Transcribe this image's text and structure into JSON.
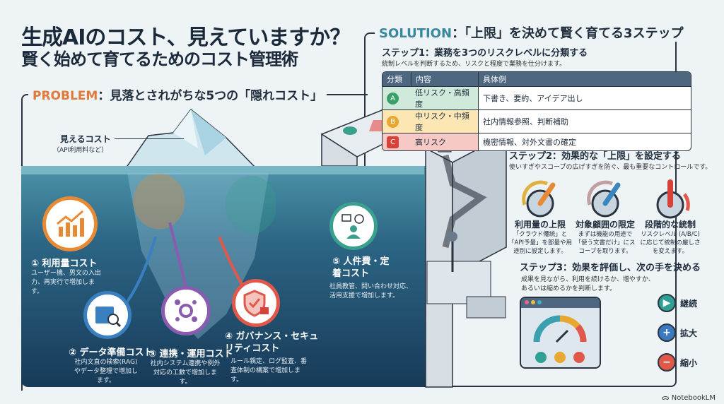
{
  "title": {
    "line1": "生成AIのコスト、見えていますか？",
    "line2": "賢く始めて育てるためのコスト管理術"
  },
  "problem": {
    "keyword": "PROBLEM",
    "heading": "：見落とされがちな5つの「隠れコスト」",
    "visible_cost": {
      "label": "見えるコスト",
      "note": "（API利用料など）"
    },
    "items": [
      {
        "label": "① 利用量コスト",
        "desc": "ユーザー機、男文の入出力、再実行で増加します。",
        "icon": "chart-up-icon",
        "color": "#e88a34"
      },
      {
        "label": "② データ準備コスト",
        "desc": "社内文直の検索(RAG)やデータ整理で増加します。",
        "icon": "folder-search-icon",
        "color": "#3a7fc0"
      },
      {
        "label": "③ 連携・運用コスト",
        "desc": "社内システム連携や例外対応の工數で増加します。",
        "icon": "gears-network-icon",
        "color": "#8a5cb0"
      },
      {
        "label": "④ ガバナンス・セキュリティコスト",
        "desc": "ルール親定、ログ監査、番査体制の構案で増加します。",
        "icon": "shield-lock-icon",
        "color": "#e0584a"
      },
      {
        "label": "⑤ 人件費・定着コスト",
        "desc": "社員教管、問い合わせ対応、活用支援で増加します。",
        "icon": "support-people-icon",
        "color": "#3aa08e"
      }
    ]
  },
  "solution": {
    "keyword": "SOLUTION",
    "heading": "：「上限」を決めて賢く育てる3ステップ",
    "step1": {
      "title": "ステップ1：業務を3つのリスクレベルに分類する",
      "sub": "統制レベルを判断するため、リスクと程度で業務を仕分けます。",
      "headers": [
        "分類",
        "内容",
        "具体例"
      ],
      "rows": [
        {
          "badge": "A",
          "content": "低リスク・高頻度",
          "example": "下書き、要約、アイデア出し",
          "color": "#3aa06a",
          "bg": "#cfe9da"
        },
        {
          "badge": "B",
          "content": "中リスク・中頻度",
          "example": "社内情報参照、判断補助",
          "color": "#e8a830",
          "bg": "#fbe6b4"
        },
        {
          "badge": "C",
          "content": "高リスク",
          "example": "機密情報、対外文書の確定",
          "color": "#d8403a",
          "bg": "#f6c9c4"
        }
      ]
    },
    "step2": {
      "title": "ステップ2：効果的な「上限」を設定する",
      "sub": "使いすぎやスコープの広げすぎを防ぐ、最も重要なコントロールです。",
      "knobs": [
        {
          "title": "利用量の上限",
          "desc": "「クラウド僊統」と「API予量」を部量や用途別に設定します。",
          "color": "#e88a34"
        },
        {
          "title": "対象顧囲の限定",
          "desc": "まずは機能の用途で「使う文書だけ」にスコープを取ります。",
          "color": "#3a87c0"
        },
        {
          "title": "段階的な統制",
          "desc": "リスクレベル (A/B/C) に応じて統制の厳しさを変えます。",
          "color": "#d8403a"
        }
      ]
    },
    "step3": {
      "title": "ステップ3：効果を評価し、次の手を決める",
      "sub1": "成果を見ながら、利用を続けるか、増やすか、",
      "sub2": "あるいは縮めるかを判断します。",
      "actions": [
        {
          "label": "継続",
          "symbol": "▶",
          "color": "#2fa094"
        },
        {
          "label": "拡大",
          "symbol": "+",
          "color": "#3a78c0"
        },
        {
          "label": "縮小",
          "symbol": "−",
          "color": "#e0584a"
        }
      ]
    }
  },
  "footer": {
    "brand": "NotebookLM"
  }
}
